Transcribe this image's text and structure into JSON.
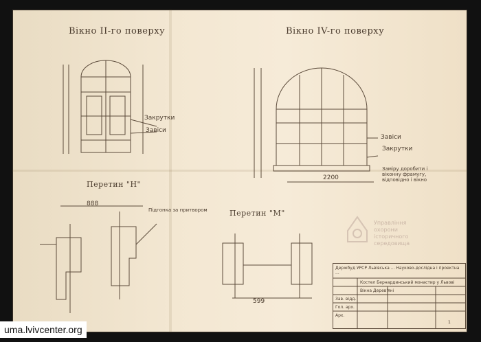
{
  "watermark": {
    "text": "uma.lvivcenter.org"
  },
  "drawing": {
    "title_left": "Вікно II-го поверху",
    "title_right": "Вікно IV-го поверху",
    "section_left": "Перетин \"Н\"",
    "section_right": "Перетин \"М\"",
    "labels": {
      "zakrutky": "Закрутки",
      "zavisy_left": "Завіси",
      "zavisy_right": "Завіси",
      "zakrutky_right": "Закрутки",
      "note_right": "Заміру доробити і віконну фрамугу, відповідно і вікно",
      "note_section": "Підгонка за притвором",
      "dim_2200": "2200",
      "dim_888": "888",
      "dim_599": "599"
    }
  },
  "stamp": {
    "line1": "Управління",
    "line2": "охорони",
    "line3": "історичного",
    "line4": "середовища"
  },
  "title_block": {
    "row1": "Держбуд УРСР  Львівська  ...  Науково-дослідна і проектна ...",
    "row2": "Костел  Бернардинський монастир у Львові",
    "row3": "Вікна  Дерев'яні",
    "row4": "Зав. відд.",
    "row5": "Гол. арх.",
    "row6": "Арх.",
    "sheet": "1"
  }
}
